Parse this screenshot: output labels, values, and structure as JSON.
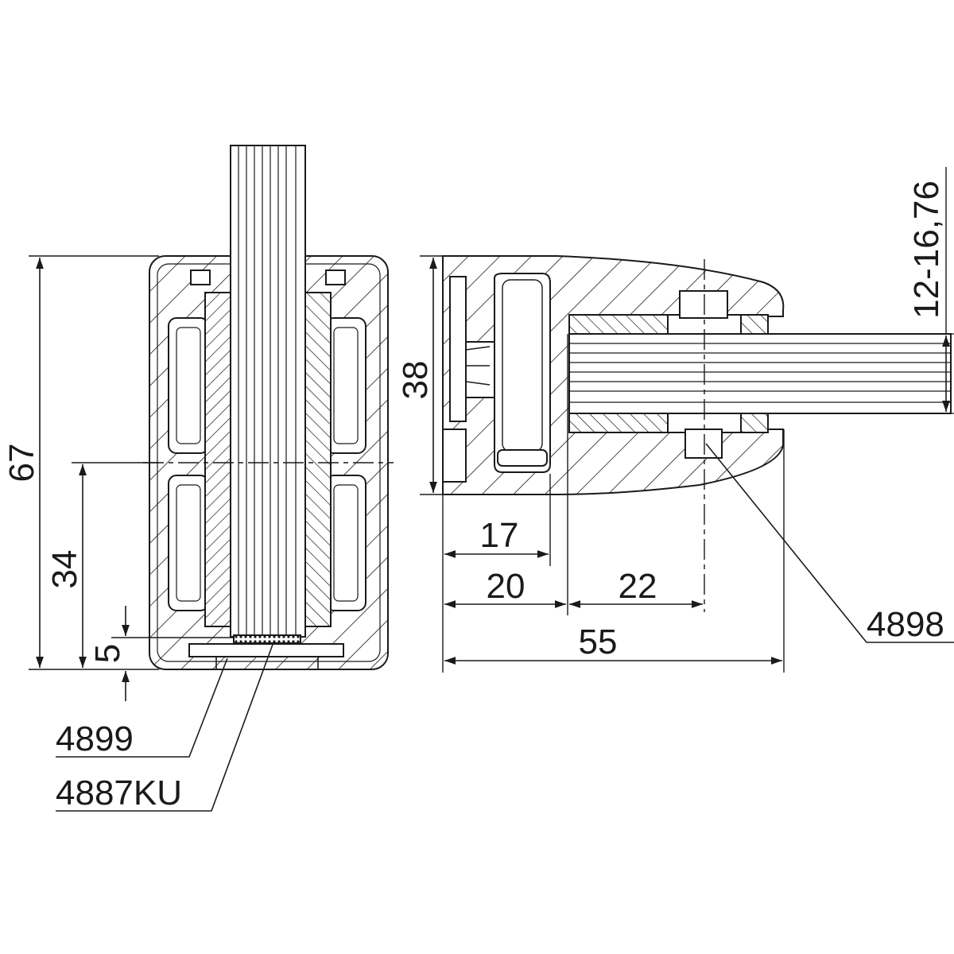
{
  "dimensions": {
    "left_view": {
      "overall_height": "67",
      "center_height": "34",
      "base_offset": "5"
    },
    "right_view": {
      "height": "38",
      "glass_thickness": "12-16,76",
      "inner_depth": "17",
      "pad_depth": "20",
      "bolt_distance": "22",
      "overall_length": "55"
    }
  },
  "parts": {
    "base_plate": "4899",
    "insert": "4887KU",
    "bolt": "4898"
  },
  "colors": {
    "line": "#1a1a1a",
    "background": "#ffffff"
  }
}
